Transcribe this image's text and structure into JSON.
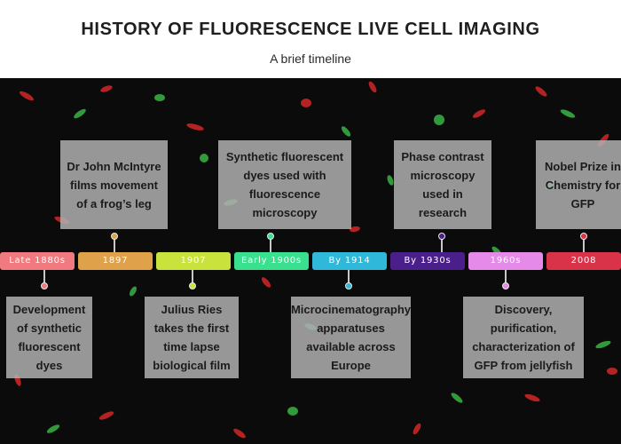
{
  "title": "HISTORY OF FLUORESCENCE LIVE CELL IMAGING",
  "subtitle": "A brief timeline",
  "background": {
    "image": "fluorescent-cells-micrograph",
    "colors": {
      "dark": "#0b0b0b",
      "red": "#d92a2a",
      "green": "#3ec24a"
    }
  },
  "timeline": [
    {
      "label": "Late 1880s",
      "color": "#f07a7f",
      "event": "Development of synthetic fluorescent dyes",
      "position": "below"
    },
    {
      "label": "1897",
      "color": "#dfa24b",
      "event": "Dr John McIntyre films movement of a frog’s leg",
      "position": "above"
    },
    {
      "label": "1907",
      "color": "#c9e23c",
      "event": "Julius Ries takes the first time lapse biological film",
      "position": "below"
    },
    {
      "label": "Early 1900s",
      "color": "#39e08e",
      "event": "Synthetic fluorescent dyes used with fluorescence microscopy",
      "position": "above"
    },
    {
      "label": "By 1914",
      "color": "#2fb8da",
      "event": "Microcinematography apparatuses available across Europe",
      "position": "below"
    },
    {
      "label": "By 1930s",
      "color": "#4a1f8c",
      "event": "Phase contrast microscopy used in research",
      "position": "above"
    },
    {
      "label": "1960s",
      "color": "#e58ae8",
      "event": "Discovery, purification, characterization of GFP from jellyfish",
      "position": "below"
    },
    {
      "label": "2008",
      "color": "#d9334a",
      "event": "Nobel Prize in Chemistry for GFP",
      "position": "above"
    }
  ]
}
